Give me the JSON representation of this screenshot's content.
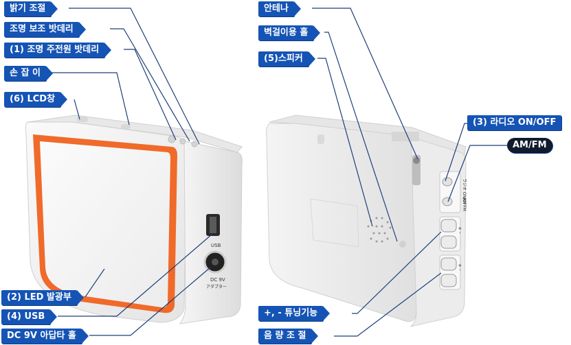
{
  "labels": {
    "brightness": "밝기 조절",
    "aux_battery": "조명 보조 밧데리",
    "main_battery": "(1) 조명 주전원 밧데리",
    "handle": "손 잡 이",
    "lcd": "(6) LCD창",
    "led": "(2) LED 발광부",
    "usb": "(4) USB",
    "dc": "DC 9V 아답타 홀",
    "antenna": "안테나",
    "wall_hole": "벽걸이용 홀",
    "speaker": "(5)스피커",
    "radio_onoff": "(3) 라디오 ON/OFF",
    "amfm": "AM/FM",
    "tuning": "+, - 튜닝기능",
    "volume": "음 량 조 절"
  },
  "device_text": {
    "usb_port": "USB",
    "dc_port_line1": "DC 9V",
    "dc_port_line2": "アダプター",
    "radio_switch": "ラジオ ON/OFF",
    "band_switch": "AM FM",
    "tuning_mark": "+ -",
    "volume_mark": "+ -"
  },
  "colors": {
    "label_bg": "#1554b5",
    "amfm_bg": "#111b2e",
    "device_body": "#f1f1f1",
    "led_frame": "#f06a2a",
    "leader_line": "#1d3f7a"
  }
}
